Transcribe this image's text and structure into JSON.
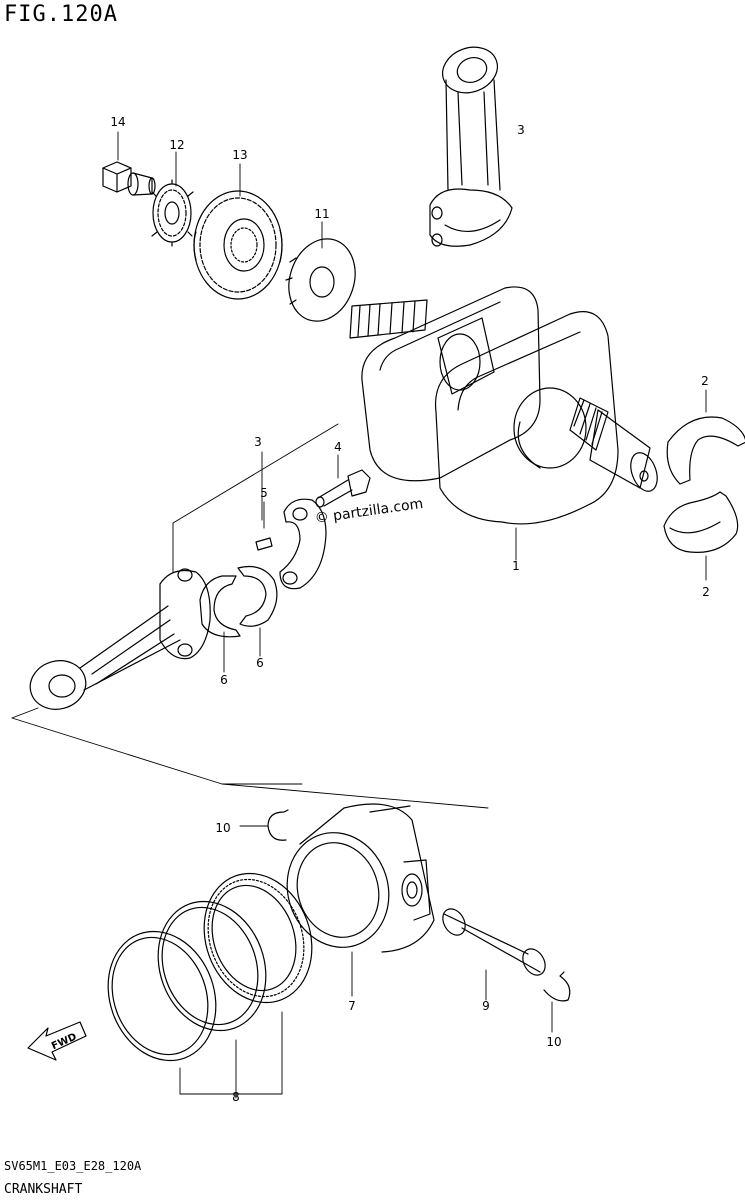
{
  "figure": {
    "id": "FIG.120A",
    "code": "SV65M1_E03_E28_120A",
    "title": "CRANKSHAFT",
    "watermark": "© partzilla.com"
  },
  "callouts": [
    {
      "name": "callout-1",
      "text": "1"
    },
    {
      "name": "callout-2-top",
      "text": "2"
    },
    {
      "name": "callout-2-bottom",
      "text": "2"
    },
    {
      "name": "callout-3-top",
      "text": "3"
    },
    {
      "name": "callout-3-left",
      "text": "3"
    },
    {
      "name": "callout-4",
      "text": "4"
    },
    {
      "name": "callout-5",
      "text": "5"
    },
    {
      "name": "callout-6-left",
      "text": "6"
    },
    {
      "name": "callout-6-right",
      "text": "6"
    },
    {
      "name": "callout-7",
      "text": "7"
    },
    {
      "name": "callout-8",
      "text": "8"
    },
    {
      "name": "callout-9",
      "text": "9"
    },
    {
      "name": "callout-10-left",
      "text": "10"
    },
    {
      "name": "callout-10-right",
      "text": "10"
    },
    {
      "name": "callout-11",
      "text": "11"
    },
    {
      "name": "callout-12",
      "text": "12"
    },
    {
      "name": "callout-13",
      "text": "13"
    },
    {
      "name": "callout-14",
      "text": "14"
    }
  ],
  "fwd_arrow": {
    "text": "FWD"
  }
}
